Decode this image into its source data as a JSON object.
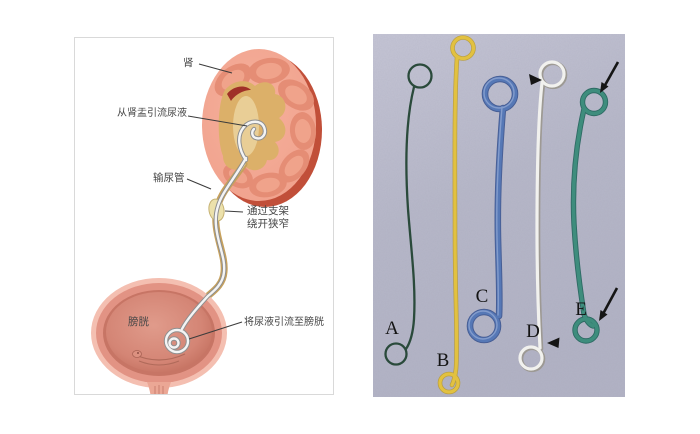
{
  "page": {
    "background": "#ffffff"
  },
  "illustration": {
    "description": "kidney-ureter-bladder stent diagram",
    "labels": {
      "kidney": "肾",
      "drain_from_pelvis": "从肾盂引流尿液",
      "ureter": "输尿管",
      "bypass_line1": "通过支架",
      "bypass_line2": "绕开狭窄",
      "bladder": "膀胱",
      "drain_to_bladder": "将尿液引流至膀胱"
    },
    "colors": {
      "cortex": "#f3a793",
      "pyramid": "#e58d75",
      "outer_crescent": "#c14f39",
      "renal_pelvis": "#dcb069",
      "ureter_tube": "#c7a15c",
      "stent": "#f2f2f2",
      "bladder_wall": "#e29384",
      "bladder_interior": "#d18373",
      "label_text": "#474747",
      "frame_border": "#d9d9d9"
    }
  },
  "photo": {
    "description": "five ureteral double-J stents on lavender background",
    "background": "#b7b8c9",
    "arrow_color": "#151515",
    "stents": [
      {
        "label": "A",
        "color": "#2a4a3b",
        "style": "thin dark green"
      },
      {
        "label": "B",
        "color": "#e2c140",
        "style": "yellow"
      },
      {
        "label": "C",
        "color": "#5678b6",
        "style": "thick blue"
      },
      {
        "label": "D",
        "color": "#f1f1ee",
        "style": "white"
      },
      {
        "label": "E",
        "color": "#3e8d7d",
        "style": "teal green"
      }
    ]
  }
}
